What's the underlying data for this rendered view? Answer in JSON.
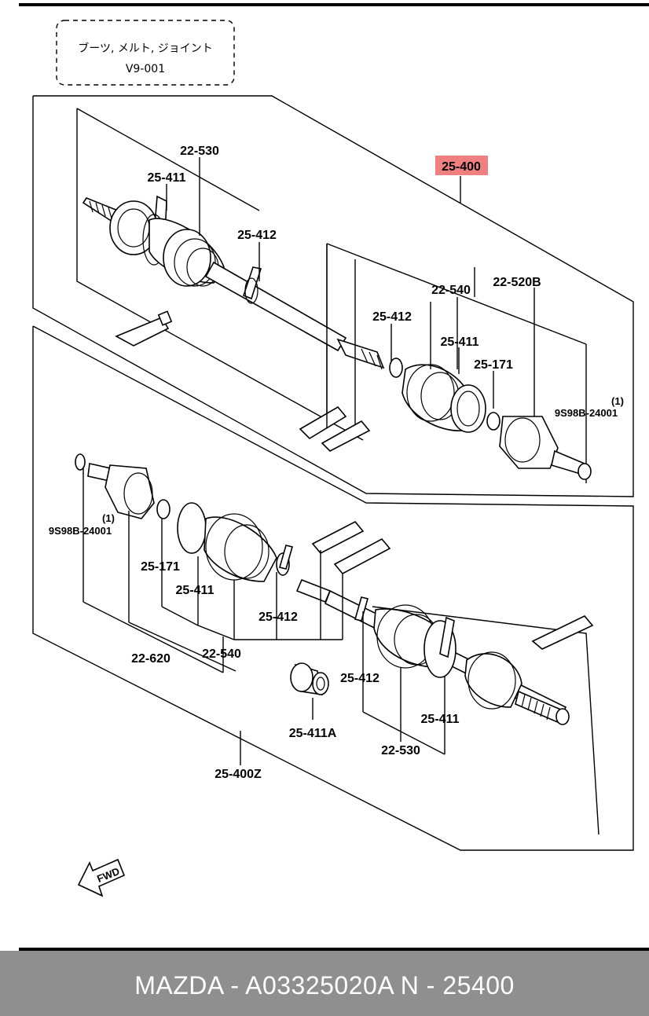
{
  "header_box": {
    "line1": "ブーツ, メルト, ジョイント",
    "line2": "V9-001"
  },
  "labels": {
    "assy_top": "25-400",
    "assy_bottom": "25-400Z",
    "t_22_530": "22-530",
    "t_25_411": "25-411",
    "t_25_412_a": "25-412",
    "m_22_540": "22-540",
    "m_22_520b": "22-520B",
    "m_25_412": "25-412",
    "m_25_411": "25-411",
    "m_25_171": "25-171",
    "m_qty": "(1)",
    "m_9s98b": "9S98B-24001",
    "l_qty": "(1)",
    "l_9s98b": "9S98B-24001",
    "l_25_171": "25-171",
    "l_25_411": "25-411",
    "l_25_412": "25-412",
    "l_22_620": "22-620",
    "l_22_540": "22-540",
    "r_25_412": "25-412",
    "r_25_411": "25-411",
    "r_22_530": "22-530",
    "r_25_411a": "25-411A",
    "fwd": "FWD"
  },
  "highlight_color": "#f08080",
  "footer": {
    "text": "MAZDA - A03325020A     N - 25400"
  }
}
